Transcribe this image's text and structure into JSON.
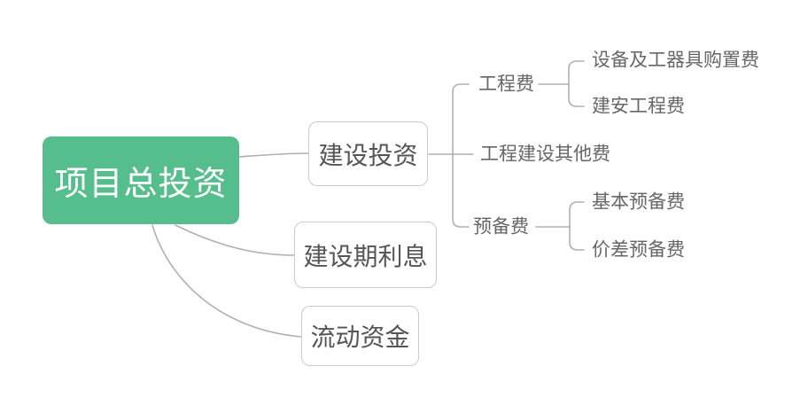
{
  "colors": {
    "root_background": "#55BE8C",
    "root_text": "#FFFFFF",
    "node_border": "#CBCBCB",
    "node_text": "#555555",
    "label_text": "#666666",
    "connector": "#B0B0B0"
  },
  "mindmap": {
    "root": {
      "label": "项目总投资"
    },
    "children": [
      {
        "label": "建设投资",
        "children": [
          {
            "label": "工程费",
            "children": [
              {
                "label": "设备及工器具购置费"
              },
              {
                "label": "建安工程费"
              }
            ]
          },
          {
            "label": "工程建设其他费"
          },
          {
            "label": "预备费",
            "children": [
              {
                "label": "基本预备费"
              },
              {
                "label": "价差预备费"
              }
            ]
          }
        ]
      },
      {
        "label": "建设期利息"
      },
      {
        "label": "流动资金"
      }
    ]
  }
}
